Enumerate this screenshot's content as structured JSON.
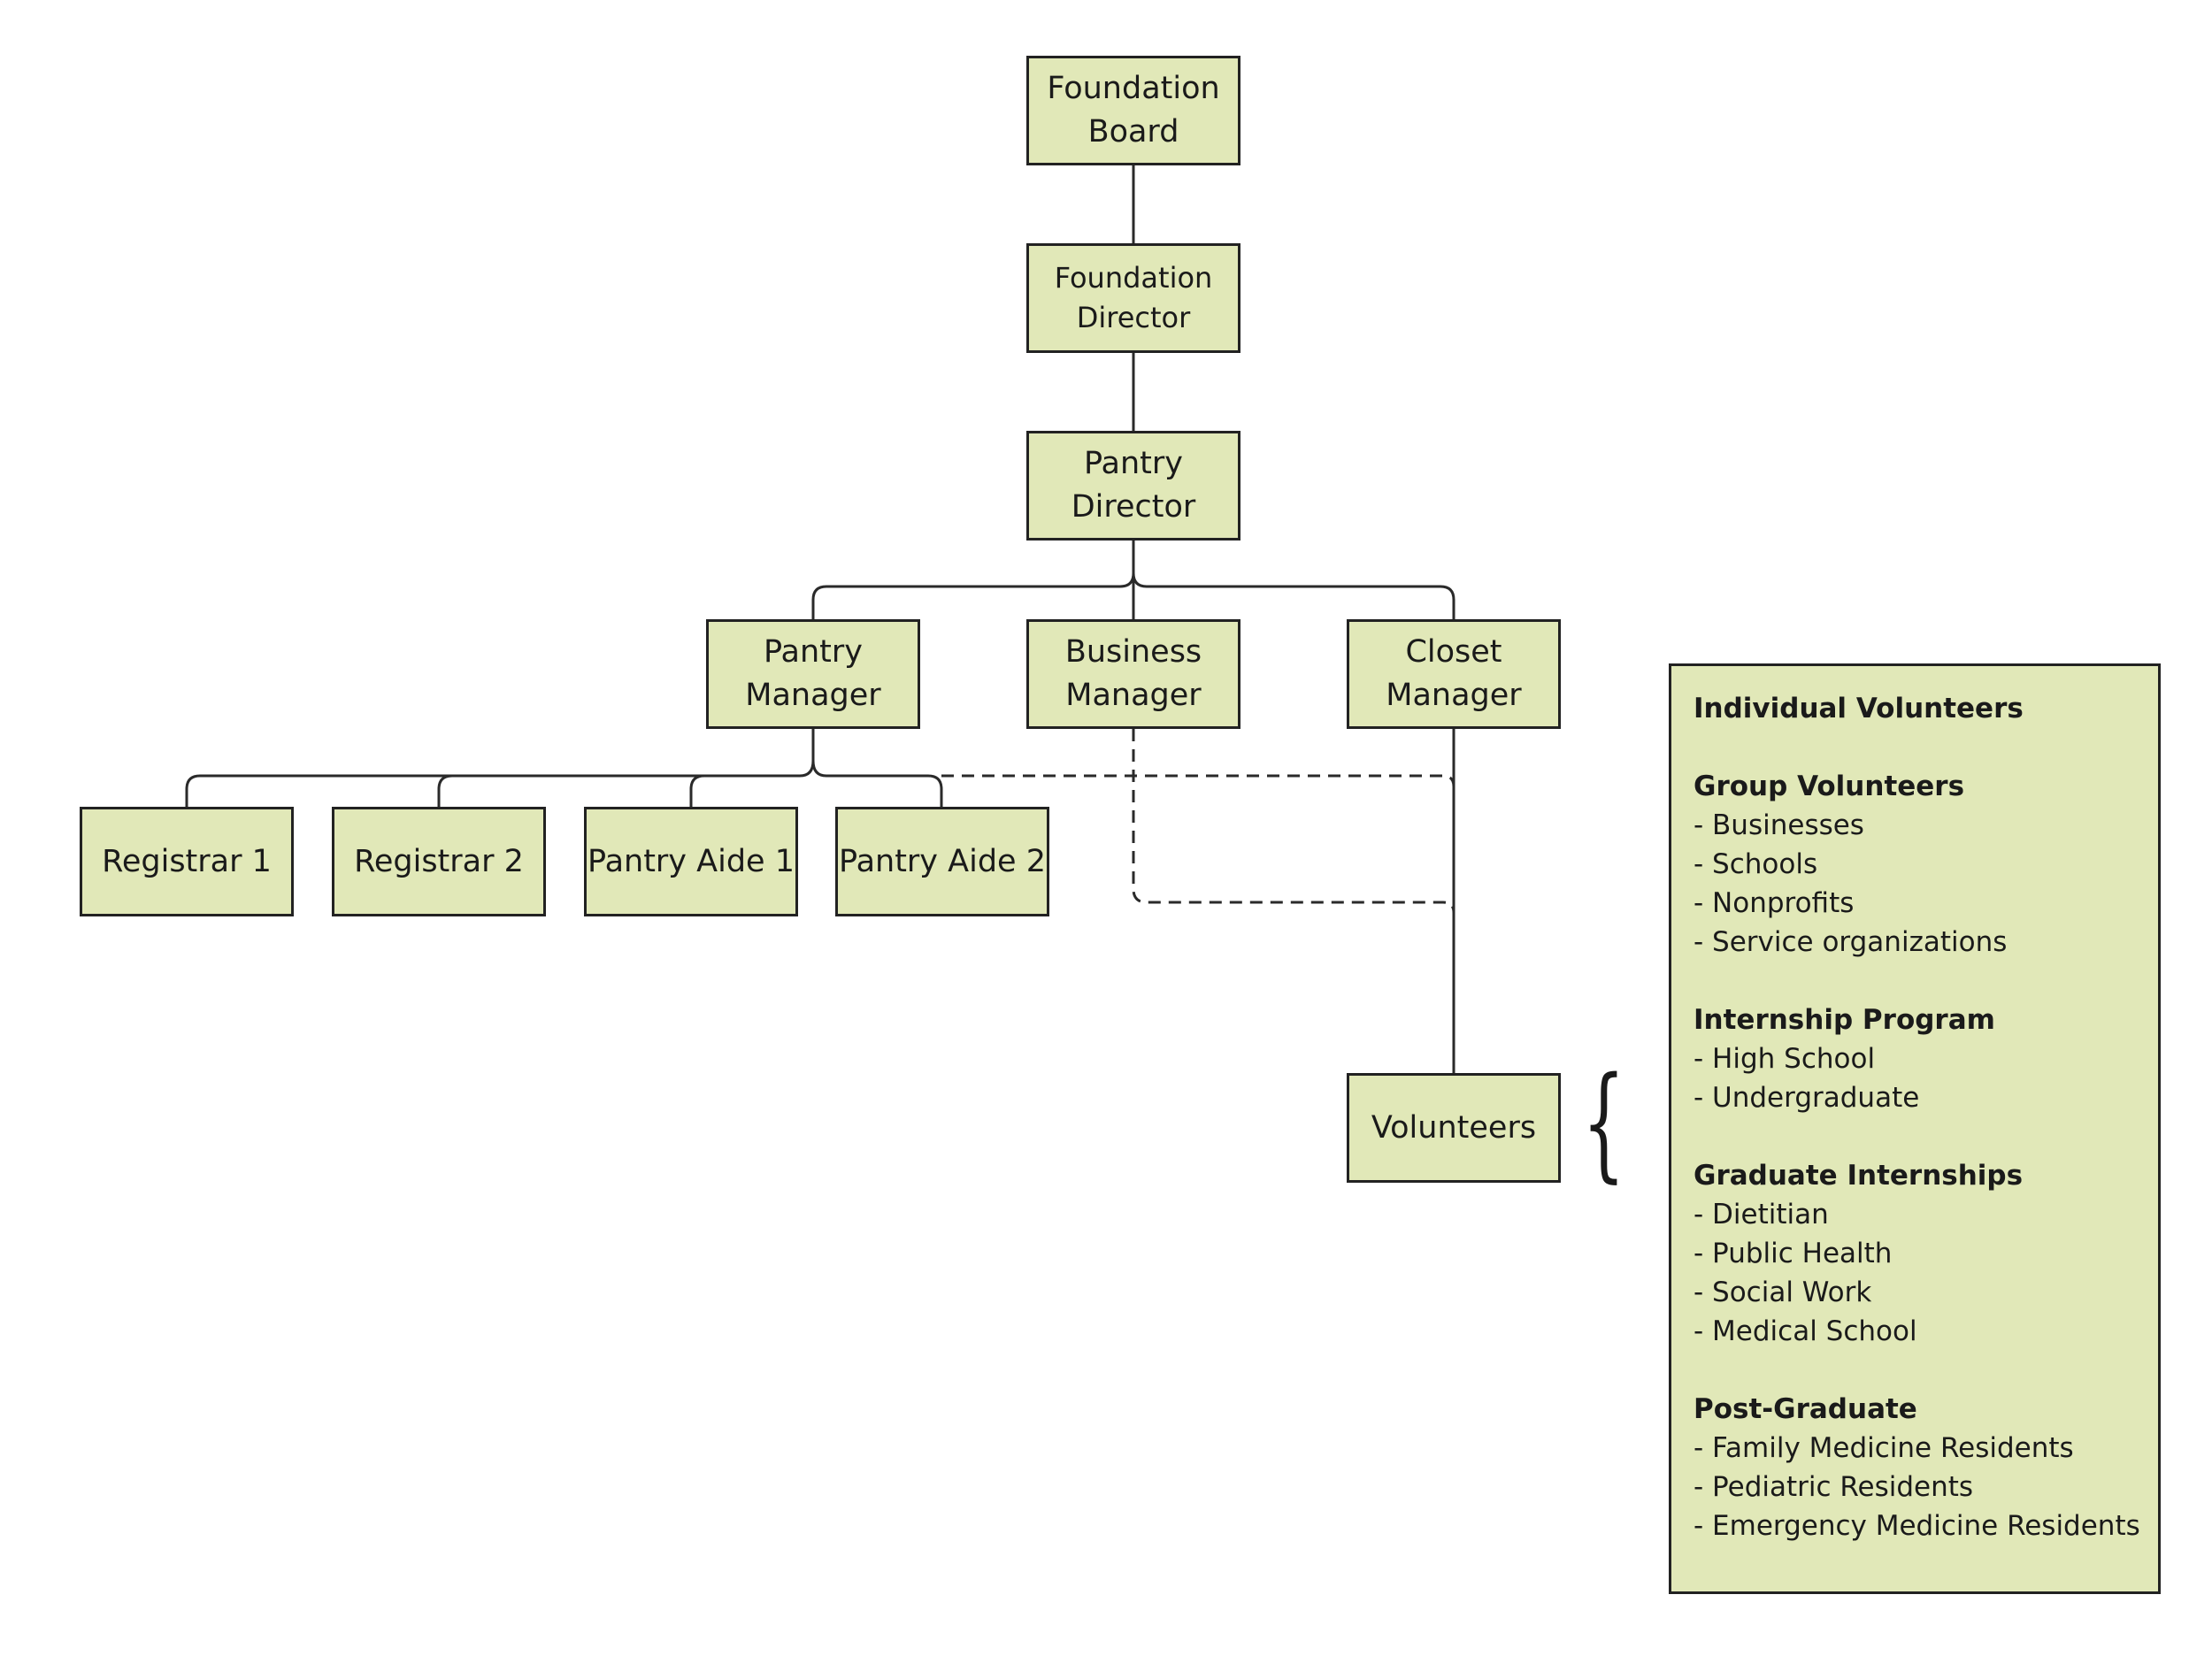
{
  "nodes": {
    "foundation_board": "Foundation\nBoard",
    "foundation_director": "Foundation\nDirector",
    "pantry_director": "Pantry\nDirector",
    "pantry_manager": "Pantry\nManager",
    "business_manager": "Business\nManager",
    "closet_manager": "Closet\nManager",
    "registrar_1": "Registrar 1",
    "registrar_2": "Registrar 2",
    "pantry_aide_1": "Pantry Aide 1",
    "pantry_aide_2": "Pantry Aide 2",
    "volunteers": "Volunteers"
  },
  "brace": "{",
  "volunteer_groups": [
    {
      "title": "Individual Volunteers",
      "items": []
    },
    {
      "title": "Group Volunteers",
      "items": [
        "- Businesses",
        "- Schools",
        "- Nonprofits",
        "- Service organizations"
      ]
    },
    {
      "title": "Internship Program",
      "items": [
        "- High School",
        "- Undergraduate"
      ]
    },
    {
      "title": "Graduate Internships",
      "items": [
        "- Dietitian",
        "- Public Health",
        "- Social Work",
        "- Medical School"
      ]
    },
    {
      "title": "Post-Graduate",
      "items": [
        "- Family Medicine Residents",
        "- Pediatric Residents",
        "- Emergency Medicine Residents"
      ]
    }
  ],
  "colors": {
    "box_fill": "#e1e8b8",
    "line": "#222222"
  }
}
